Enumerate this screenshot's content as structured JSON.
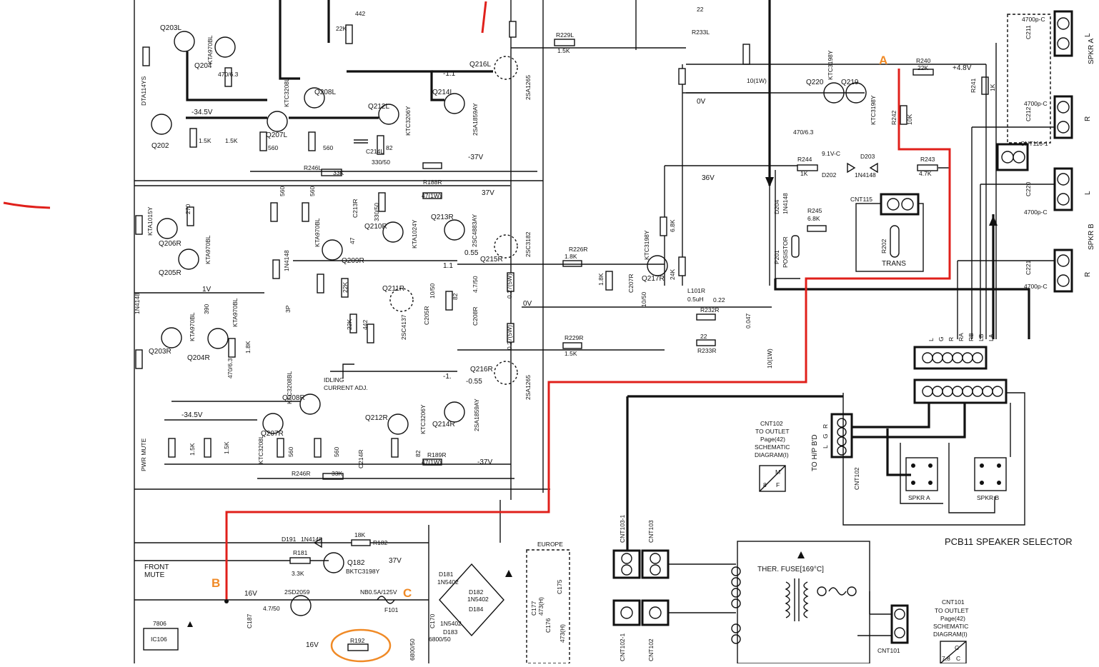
{
  "colors": {
    "ink": "#111111",
    "annotation_red": "#e0201b",
    "annotation_orange": "#f08a26",
    "background": "#ffffff"
  },
  "markers": {
    "a": "A",
    "b": "B",
    "c": "C"
  },
  "voltages": {
    "v_minus_34_5_top": "-34.5V",
    "v_minus_34_5_bot": "-34.5V",
    "v_minus_37_top": "-37V",
    "v_minus_37_bot": "-37V",
    "v_37_mid": "37V",
    "v_37_lower": "37V",
    "v_36": "36V",
    "v_0_top": "0V",
    "v_0_mid": "0V",
    "v_1v": "1V",
    "v_plus_4_8": "+4.8V",
    "v_16_a": "16V",
    "v_16_b": "16V",
    "v_055": "0.55",
    "v_minus_055": "-0.55",
    "v_11_top": "-1.1",
    "v_11_mid": "1.1",
    "v_1_neg": "-1.",
    "v_9_1": "9.1V-C"
  },
  "transistors": {
    "q203l": "Q203L",
    "q204l": "Q204",
    "q202l": "Q202",
    "q207l": "Q207L",
    "q208l": "Q208L",
    "q212l": "Q212L",
    "q214l": "Q214L",
    "q216l": "Q216L",
    "q220": "Q220",
    "q219": "Q219",
    "q206r": "Q206R",
    "q205r": "Q205R",
    "q203r": "Q203R",
    "q204r": "Q204R",
    "q209r": "Q209R",
    "q210r": "Q210R",
    "q211r": "Q211R",
    "q213r": "Q213R",
    "q215r": "Q215R",
    "q216r": "Q216R",
    "q217r": "Q217R",
    "q207r": "Q207R",
    "q208r": "Q208R",
    "q212r": "Q212R",
    "q214r": "Q214R",
    "q182": "Q182"
  },
  "parts": {
    "kta970bl_a": "KTA970BL",
    "dta114ys": "DTA114YS",
    "ktc3208l_a": "KTC3208L",
    "ktc3206y_a": "KTC3206Y",
    "sa1859ay_a": "2SA1859AY",
    "sa1265_a": "2SA1265",
    "ktc3198y_a": "KTC3198Y",
    "ktc3198y_b": "KTC3198Y",
    "kta1015y": "KTA1015Y",
    "kta970bl_b": "KTA970BL",
    "kta970bl_c": "KTA970BL",
    "kta970bl_d": "KTA970BL",
    "kta1024y": "KTA1024Y",
    "sc4883ay": "2SC4883AY",
    "sc3182": "2SC3182",
    "sc4137": "2SC4137",
    "ktc3198y_c": "KTC3198Y",
    "ktc3208bl": "KTC3208BL",
    "ktc3206y_b": "KTC3206Y",
    "sa1859ay_b": "2SA1859AY",
    "sa1265_b": "2SA1265",
    "ktc3208l_b": "KTC3208L",
    "bktc": "BKTC3198Y",
    "sd2059": "2SD2059",
    "n4148_a": "1N4148",
    "n4148_b": "1N4148",
    "n4148_c": "1N4148",
    "n4148_d": "1N4148",
    "n4148_e": "1N4148",
    "n5402_a": "1N5402",
    "n5402_b": "1N5402",
    "n5402_c": "1N5402",
    "posistor": "POSISTOR",
    "ic106": "IC106",
    "v7806": "7806",
    "trans": "TRANS",
    "d203": "D203",
    "d202": "D202",
    "d204": "D204",
    "d191": "D191",
    "d181": "D181",
    "d182": "D182",
    "d184": "D184",
    "d183": "D183",
    "p201": "P201"
  },
  "resistors": {
    "r240": "R240",
    "r240v": "22K",
    "r242": "R242",
    "r242v": "10K",
    "r243": "R243",
    "r243v": "4.7K",
    "r244": "R244",
    "r244v": "1K",
    "r245": "R245",
    "r245v": "6.8K",
    "r241": "R241",
    "r241v": "1K",
    "r229l": "R229L",
    "r229lv": "1.5K",
    "r229r": "R229R",
    "r229rv": "1.5K",
    "r226r": "R226R",
    "r226rv": "1.8K",
    "r246l": "R246L",
    "r246lv": "33K",
    "r246r": "R246R",
    "r246rv": "33K",
    "r188r": "R188R",
    "r188rv": "47(1W)",
    "r189r": "R189R",
    "r189rv": "47(1W)",
    "r182": "R182",
    "r182v": "18K",
    "r181": "R181",
    "r181v": "3.3K",
    "r192": "R192",
    "r233l": "R233L",
    "r232r": "R232R",
    "r233r": "R233R",
    "r22a": "22",
    "r22b": "22",
    "r022": "0.22",
    "r027a": "0.27(5W)",
    "r027b": "0.27(5W)",
    "r33k": "33K",
    "r1_5k_a": "1.5K",
    "r1_5k_b": "1.5K",
    "r1_5k_c": "1.5K",
    "r1_5k_d": "1.5K",
    "r560_a": "560",
    "r560_b": "560",
    "r560_c": "560",
    "r560_d": "560",
    "r82_a": "82",
    "r82_b": "82",
    "r68k": "6.8K",
    "r24k": "24K",
    "r270": "270",
    "r390": "390",
    "r47": "47",
    "r22k_a": "22K",
    "r22k_b": "22K",
    "r442": "442",
    "r1_8k": "1.8K"
  },
  "capacitors": {
    "c213r": "C213R",
    "c205r": "C205R",
    "c207r": "C207R",
    "c208r": "C208R",
    "c214l": "C214L",
    "c214r": "C214R",
    "c170": "C170",
    "c187": "C187",
    "c175": "C175",
    "c176": "C176",
    "c177": "C177",
    "cap_330": "330/50",
    "cap_330b": "330/50",
    "cap_10_50": "10/50",
    "cap_10_50b": "10/50",
    "cap_47": "4.7/50",
    "cap_47b": "4.7/50",
    "cap_470": "470/6.3",
    "cap_470b": "470/6.3",
    "cap_6800": "6800/50",
    "cap_473a": "473(H)",
    "cap_473b": "473(H)",
    "cap_3p": "3P",
    "cap_047": "0.047",
    "cap_10w": "10(1W)",
    "cap_10wb": "10(1W)",
    "c4700a": "4700p-C",
    "c4700b": "4700p-C",
    "c4700c": "4700p-C",
    "c4700d": "4700p-C",
    "c220": "C220",
    "c221": "C221",
    "c211": "C211",
    "c212": "C212",
    "l101r": "L101R",
    "l_val": "0.5uH"
  },
  "labels": {
    "idling": "IDLING",
    "idling2": "CURRENT ADJ.",
    "front": "FRONT",
    "mute": "MUTE",
    "pwr_mute": "PWR MUTE",
    "europe": "EUROPE",
    "ther_fuse": "THER. FUSE[169°C]",
    "fuse_rating": "NB0.5A/125V",
    "f101": "F101",
    "pcb11": "PCB11 SPEAKER SELECTOR",
    "spkr_a": "SPKR A",
    "spkr_b": "SPKR B",
    "spkr_a_sw": "SPKR A",
    "spkr_b_sw": "SPKR B",
    "r_a": "R",
    "l_a": "L",
    "r_b": "R",
    "l_b": "L",
    "to_hp": "TO H/P B'D",
    "hp_r": "R",
    "hp_g": "G",
    "hp_l": "L",
    "cnt102": "CNT102",
    "cnt102b": "CNT102",
    "cnt102_1": "CNT102-1",
    "cnt103": "CNT103",
    "cnt103_1": "CNT103-1",
    "cnt101": "CNT101",
    "cnt101b": "CNT101",
    "cnt115": "CNT115",
    "cnt116": "CNT116-1",
    "cnt102_note1": "TO OUTLET",
    "cnt102_note2": "Page(42)",
    "cnt102_note3": "SCHEMATIC",
    "cnt102_note4": "DIAGRAM(I)",
    "cnt102_ref": "M",
    "cnt102_pg": "8",
    "cnt102_pg2": "F",
    "cnt101_note1": "TO OUTLET",
    "cnt101_note2": "Page(42)",
    "cnt101_note3": "SCHEMATIC",
    "cnt101_note4": "DIAGRAM(I)",
    "cnt101_ref": "C",
    "cnt101_pg": "7,8",
    "cnt101_pg2": "C",
    "pin_l": "L",
    "pin_g": "G",
    "pin_r": "R",
    "pin_rb": "RB",
    "pin_lb": "LB",
    "pin_ra": "RA",
    "pin_la": "LA",
    "r202": "R202"
  }
}
